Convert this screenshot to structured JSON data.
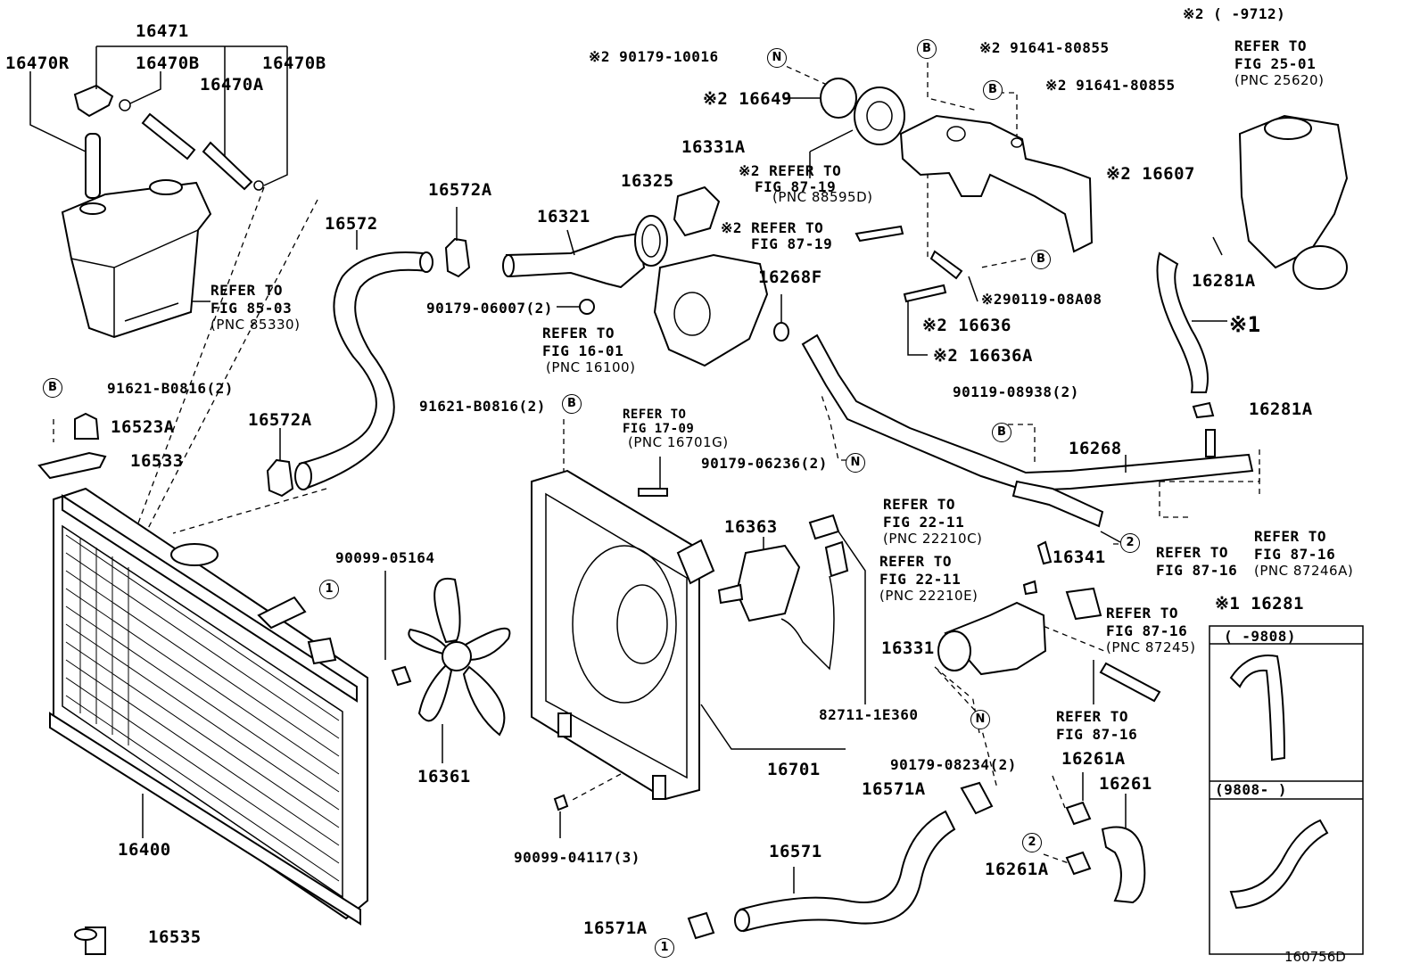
{
  "diagram_id": "160756D",
  "header_note": "※2 (    -9712)",
  "parts": {
    "p16471": "16471",
    "p16470R": "16470R",
    "p16470B_a": "16470B",
    "p16470A": "16470A",
    "p16470B_b": "16470B",
    "p16572": "16572",
    "p16572A_top": "16572A",
    "p16572A_low": "16572A",
    "p16321": "16321",
    "p16325": "16325",
    "p16331A": "16331A",
    "p16649": "※2 16649",
    "p16607": "※2 16607",
    "p16268F": "16268F",
    "p16268": "16268",
    "p16636": "※2 16636",
    "p16636A": "※2 16636A",
    "p16281A_top": "16281A",
    "p16281A_low": "16281A",
    "p_star1": "※1",
    "p16523A": "16523A",
    "p16533": "16533",
    "p16363": "16363",
    "p16341": "16341",
    "p16331": "16331",
    "p16361": "16361",
    "p16701": "16701",
    "p16400": "16400",
    "p16535": "16535",
    "p16571": "16571",
    "p16571A_top": "16571A",
    "p16571A_bot": "16571A",
    "p16261": "16261",
    "p16261A_top": "16261A",
    "p16261A_bot": "16261A",
    "p16281": "※1 16281"
  },
  "numbers": {
    "n90179_10016": "※2 90179-10016",
    "n91641_a": "※2 91641-80855",
    "n91641_b": "※2 91641-80855",
    "n90179_06007": "90179-06007(2)",
    "n91621_left": "91621-B0816(2)",
    "n91621_mid": "91621-B0816(2)",
    "n90119_08938": "90119-08938(2)",
    "n90119_08A08": "※290119-08A08",
    "n90179_06236": "90179-06236(2)",
    "n90099_05164": "90099-05164",
    "n90099_04117": "90099-04117(3)",
    "n82711": "82711-1E360",
    "n90179_08234": "90179-08234(2)"
  },
  "refs": {
    "r85_03": [
      "REFER TO",
      "FIG 85-03",
      "(PNC 85330)"
    ],
    "r25_01": [
      "REFER TO",
      "FIG 25-01",
      "(PNC 25620)"
    ],
    "r87_19a": [
      "※2 REFER TO",
      "FIG 87-19",
      "(PNC 88595D)"
    ],
    "r87_19b": [
      "※2 REFER TO",
      "FIG 87-19"
    ],
    "r16_01": [
      "REFER TO",
      "FIG 16-01",
      "(PNC 16100)"
    ],
    "r17_09": [
      "REFER TO",
      "FIG 17-09",
      "(PNC 16701G)"
    ],
    "r22_11a": [
      "REFER TO",
      "FIG 22-11",
      "(PNC 22210C)"
    ],
    "r22_11b": [
      "REFER TO",
      "FIG 22-11",
      "(PNC 22210E)"
    ],
    "r87_16a": [
      "REFER TO",
      "FIG 87-16"
    ],
    "r87_16b": [
      "REFER TO",
      "FIG 87-16",
      "(PNC 87246A)"
    ],
    "r87_16c": [
      "REFER TO",
      "FIG 87-16",
      "(PNC 87245)"
    ],
    "r87_16d": [
      "REFER TO",
      "FIG 87-16"
    ]
  },
  "inset": {
    "range_top": "(      -9808)",
    "range_bottom": "(9808-      )"
  },
  "markers": {
    "B": "B",
    "N": "N",
    "one": "1",
    "two": "2"
  }
}
